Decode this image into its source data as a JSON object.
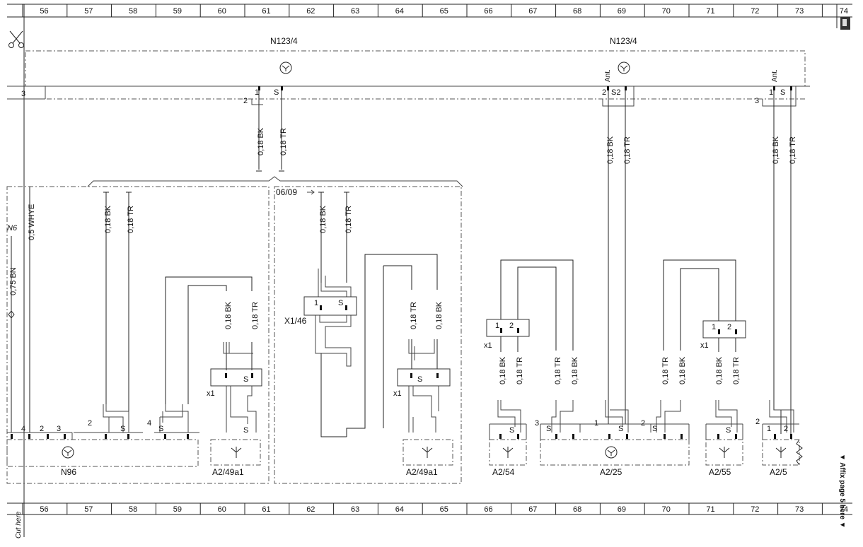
{
  "ruler": {
    "top_numbers": [
      "56",
      "57",
      "58",
      "59",
      "60",
      "61",
      "62",
      "63",
      "64",
      "65",
      "66",
      "67",
      "68",
      "69",
      "70",
      "71",
      "72",
      "73",
      "74"
    ],
    "bottom_numbers": [
      "56",
      "57",
      "58",
      "59",
      "60",
      "61",
      "62",
      "63",
      "64",
      "65",
      "66",
      "67",
      "68",
      "69",
      "70",
      "71",
      "72",
      "73",
      "74"
    ]
  },
  "side": {
    "cut_here": "Cut here",
    "affix_page": "▼ Affix page 5 here ▼"
  },
  "components": {
    "n123_left": "N123/4",
    "n123_right": "N123/4",
    "n96": "N96",
    "a2_49a1_left": "A2/49a1",
    "a2_49a1_right": "A2/49a1",
    "a2_54": "A2/54",
    "a2_25": "A2/25",
    "a2_55": "A2/55",
    "a2_5": "A2/5",
    "x1_46": "X1/46",
    "x1_a": "x1",
    "x1_b": "x1",
    "x1_c": "x1",
    "x1_d": "x1"
  },
  "refs": {
    "n6": "N6",
    "date_ref": "06/09",
    "ant1": "Ant.",
    "ant2": "Ant."
  },
  "wires": {
    "whye": "0,5 WHYE",
    "bn": "0,75 BN",
    "bk": "0,18 BK",
    "tr": "0,18 TR"
  },
  "pins": {
    "p1": "1",
    "p2": "2",
    "p3": "3",
    "p4": "4",
    "s": "S",
    "s2": "S2"
  }
}
